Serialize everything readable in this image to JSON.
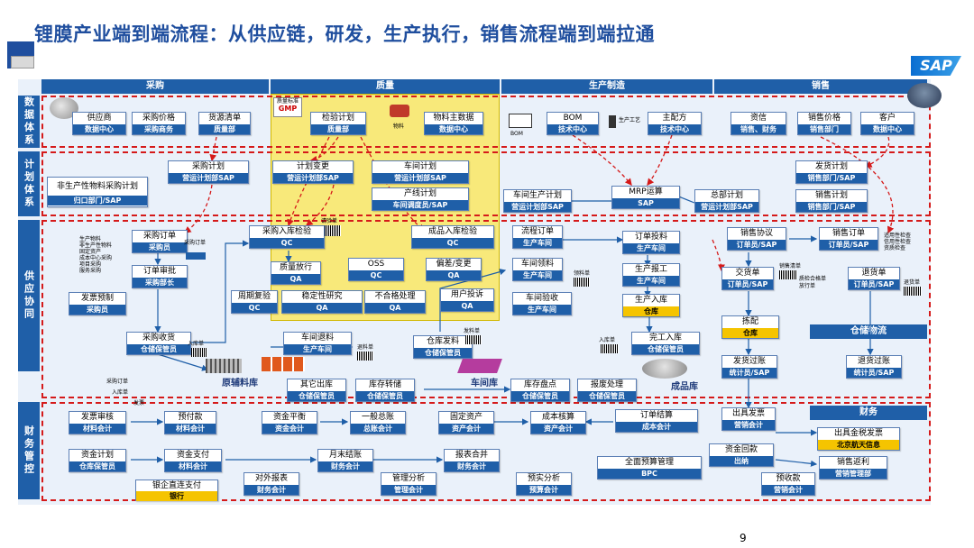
{
  "title": "锂膜产业端到端流程：从供应链，研发，生产执行，销售流程端到端拉通",
  "logo": "SAP",
  "page_number": "9",
  "columns": [
    "采购",
    "质量",
    "生产制造",
    "销售"
  ],
  "row_tabs": [
    "数据体系",
    "计划体系",
    "供应协同",
    "财务管控"
  ],
  "sections": {
    "warehouse": "仓储物流",
    "finance": "财务"
  },
  "places": {
    "raw": "原辅料库",
    "workshop": "车间库",
    "finished": "成品库"
  },
  "boxes": {
    "supplier": {
      "t": "供应商",
      "s": "数据中心"
    },
    "purchase_price": {
      "t": "采购价格",
      "s": "采购商务"
    },
    "source_list": {
      "t": "货源清单",
      "s": "质量部"
    },
    "inspect_plan": {
      "t": "检验计划",
      "s": "质量部"
    },
    "material_master": {
      "t": "物料主数据",
      "s": "数据中心"
    },
    "bom": {
      "t": "BOM",
      "s": "技术中心"
    },
    "main_recipe": {
      "t": "主配方",
      "s": "技术中心"
    },
    "credit": {
      "t": "资信",
      "s": "销售、财务"
    },
    "sales_price": {
      "t": "销售价格",
      "s": "销售部门"
    },
    "customer": {
      "t": "客户",
      "s": "数据中心"
    },
    "purchase_plan": {
      "t": "采购计划",
      "s": "营运计划部SAP"
    },
    "non_prod_plan": {
      "t": "非生产性物料采购计划",
      "s": "归口部门/SAP"
    },
    "plan_change": {
      "t": "计划变更",
      "s": "营运计划部SAP"
    },
    "workshop_plan": {
      "t": "车间计划",
      "s": "营运计划部SAP"
    },
    "line_plan": {
      "t": "产线计划",
      "s": "车间调度员/SAP"
    },
    "ws_prod_plan": {
      "t": "车间生产计划",
      "s": "营运计划部SAP"
    },
    "mrp": {
      "t": "MRP运算",
      "s": "SAP"
    },
    "hq_plan": {
      "t": "总部计划",
      "s": "营运计划部SAP"
    },
    "ship_plan": {
      "t": "发货计划",
      "s": "销售部门/SAP"
    },
    "sales_plan": {
      "t": "销售计划",
      "s": "销售部门/SAP"
    },
    "purchase_order": {
      "t": "采购订单",
      "s": "采购员"
    },
    "po_approve": {
      "t": "订单审批",
      "s": "采购部长"
    },
    "invoice_prep": {
      "t": "发票预制",
      "s": "采购员"
    },
    "in_inspect": {
      "t": "采购入库检验",
      "s": "QC"
    },
    "quality_release": {
      "t": "质量放行",
      "s": "QA"
    },
    "periodic": {
      "t": "周期复验",
      "s": "QC"
    },
    "stability": {
      "t": "稳定性研究",
      "s": "QA"
    },
    "nonconform": {
      "t": "不合格处理",
      "s": "QA"
    },
    "oss": {
      "t": "OSS",
      "s": "QC"
    },
    "deviation": {
      "t": "偏差/变更",
      "s": "QA"
    },
    "complaint": {
      "t": "用户投诉",
      "s": "QA"
    },
    "fg_inspect": {
      "t": "成品入库检验",
      "s": "QC"
    },
    "process_order": {
      "t": "流程订单",
      "s": "生产车间"
    },
    "ws_material": {
      "t": "车间领料",
      "s": "生产车间"
    },
    "ws_check": {
      "t": "车间验收",
      "s": "生产车间"
    },
    "order_feed": {
      "t": "订单投料",
      "s": "生产车间"
    },
    "prod_report": {
      "t": "生产报工",
      "s": "生产车间"
    },
    "prod_in": {
      "t": "生产入库",
      "s": "仓库"
    },
    "sales_agree": {
      "t": "销售协议",
      "s": "订单员/SAP"
    },
    "sales_order": {
      "t": "销售订单",
      "s": "订单员/SAP"
    },
    "delivery": {
      "t": "交货单",
      "s": "订单员/SAP"
    },
    "return_order": {
      "t": "退货单",
      "s": "订单员/SAP"
    },
    "picking": {
      "t": "拣配",
      "s": "仓库"
    },
    "ship_post": {
      "t": "发货过账",
      "s": "统计员/SAP"
    },
    "return_post": {
      "t": "退货过账",
      "s": "统计员/SAP"
    },
    "purchase_receive": {
      "t": "采购收货",
      "s": "仓储保管员"
    },
    "ws_return": {
      "t": "车间退料",
      "s": "生产车间"
    },
    "wh_issue": {
      "t": "仓库发料",
      "s": "仓储保管员"
    },
    "fg_in": {
      "t": "完工入库",
      "s": "仓储保管员"
    },
    "other_out": {
      "t": "其它出库",
      "s": "仓储保管员"
    },
    "stock_transfer": {
      "t": "库存转储",
      "s": "仓储保管员"
    },
    "stocktake": {
      "t": "库存盘点",
      "s": "仓储保管员"
    },
    "scrap": {
      "t": "报废处理",
      "s": "仓储保管员"
    },
    "invoice_verify": {
      "t": "发票审核",
      "s": "材料会计"
    },
    "prepay": {
      "t": "预付款",
      "s": "材料会计"
    },
    "fund_balance": {
      "t": "资金平衡",
      "s": "资金会计"
    },
    "general_ledger": {
      "t": "一般总账",
      "s": "总账会计"
    },
    "fixed_asset": {
      "t": "固定资产",
      "s": "资产会计"
    },
    "cost_calc": {
      "t": "成本核算",
      "s": "资产会计"
    },
    "order_settle": {
      "t": "订单结算",
      "s": "成本会计"
    },
    "sales_invoice": {
      "t": "出具发票",
      "s": "营销会计"
    },
    "fund_plan": {
      "t": "资金计划",
      "s": "仓库保管员"
    },
    "fund_pay": {
      "t": "资金支付",
      "s": "材料会计"
    },
    "month_close": {
      "t": "月末结账",
      "s": "财务会计"
    },
    "report_merge": {
      "t": "报表合并",
      "s": "财务会计"
    },
    "collection": {
      "t": "资金回款",
      "s": "出纳"
    },
    "sales_rebate": {
      "t": "销售返利",
      "s": "营销管理部"
    },
    "budget": {
      "t": "全面预算管理",
      "s": "BPC"
    },
    "external_report": {
      "t": "对外报表",
      "s": "财务会计"
    },
    "mgmt_analysis": {
      "t": "管理分析",
      "s": "管理会计"
    },
    "budget_analysis": {
      "t": "预实分析",
      "s": "预算会计"
    },
    "advance_receipt": {
      "t": "预收款",
      "s": "营销会计"
    },
    "bank_link": {
      "t": "银企直连支付",
      "s": "银行"
    },
    "golden_tax": {
      "t": "出具金税发票",
      "s": "北京航天信息"
    }
  },
  "notes": {
    "gmp": "质量标准",
    "gmp_logo": "GMP",
    "material_icon": "物料",
    "bom_icon": "BOM",
    "process_icon": "生产工艺",
    "inspect_sheet": "请验单",
    "material_list": "领料单",
    "return_sheet": "退料单",
    "in_sheet_1": "入库单",
    "in_sheet_2": "入库单",
    "issue_sheet": "发料单",
    "delivery_sheet": "销售清单",
    "return_sheet2": "退货单",
    "purchase_order_doc": "采购订单",
    "purchase_order_doc2": "采购订单",
    "in_sheet_3": "入库单",
    "invoice_doc": "发票",
    "qual_check": "质检合格单",
    "goods_release": "放行单",
    "sales_check_1": "适用性检查",
    "sales_check_2": "信用性检查",
    "sales_check_3": "资质检查",
    "raw_left": [
      "生产物料",
      "非生产性物料",
      "固定资产",
      "成本中心采购",
      "项目采购",
      "服务采购"
    ]
  }
}
